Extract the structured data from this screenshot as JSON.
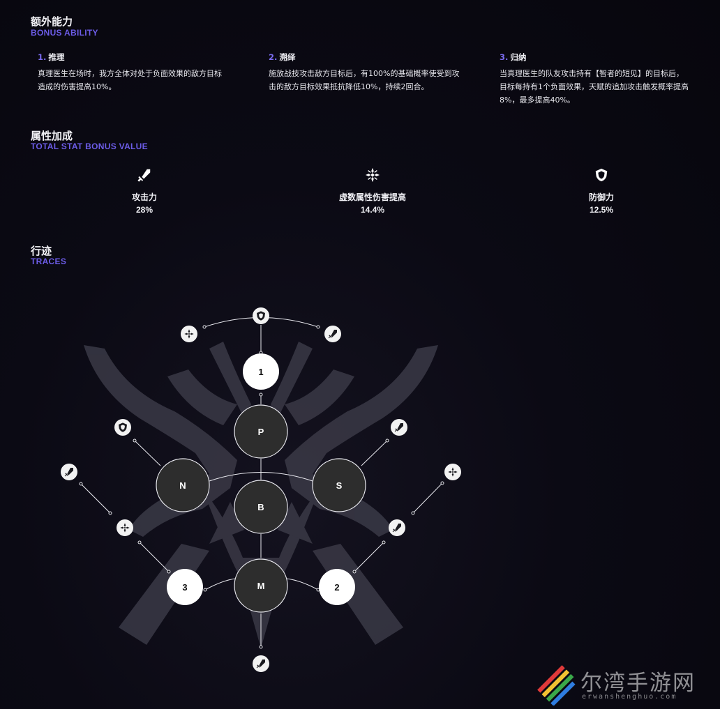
{
  "bonus": {
    "title": "额外能力",
    "subtitle": "BONUS ABILITY",
    "items": [
      {
        "num": "1.",
        "name": "推理",
        "desc_lines": [
          "真理医生在场时，我方全体对处于负面效果的敌方目标",
          "造成的伤害提高10%。"
        ]
      },
      {
        "num": "2.",
        "name": "溯绎",
        "desc_lines": [
          "施放战技攻击敌方目标后，有100%的基础概率使受到攻",
          "击的敌方目标效果抵抗降低10%，持续2回合。"
        ]
      },
      {
        "num": "3.",
        "name": "归纳",
        "desc_lines": [
          "当真理医生的队友攻击持有【智者的短见】的目标后，",
          "目标每持有1个负面效果，天赋的追加攻击触发概率提高",
          "8%，最多提高40%。"
        ]
      }
    ]
  },
  "stats": {
    "title": "属性加成",
    "subtitle": "TOTAL STAT BONUS VALUE",
    "items": [
      {
        "icon": "sword-icon",
        "label": "攻击力",
        "value": "28%"
      },
      {
        "icon": "imaginary-dmg-icon",
        "label": "虚数属性伤害提高",
        "value": "14.4%"
      },
      {
        "icon": "shield-icon",
        "label": "防御力",
        "value": "12.5%"
      }
    ]
  },
  "traces": {
    "title": "行迹",
    "subtitle": "TRACES",
    "nodes": {
      "P": "P",
      "N": "N",
      "S": "S",
      "B": "B",
      "M": "M",
      "one": "1",
      "two": "2",
      "three": "3"
    }
  },
  "watermark": {
    "text": "尔湾手游网",
    "url": "erwanshenghuo.com"
  }
}
